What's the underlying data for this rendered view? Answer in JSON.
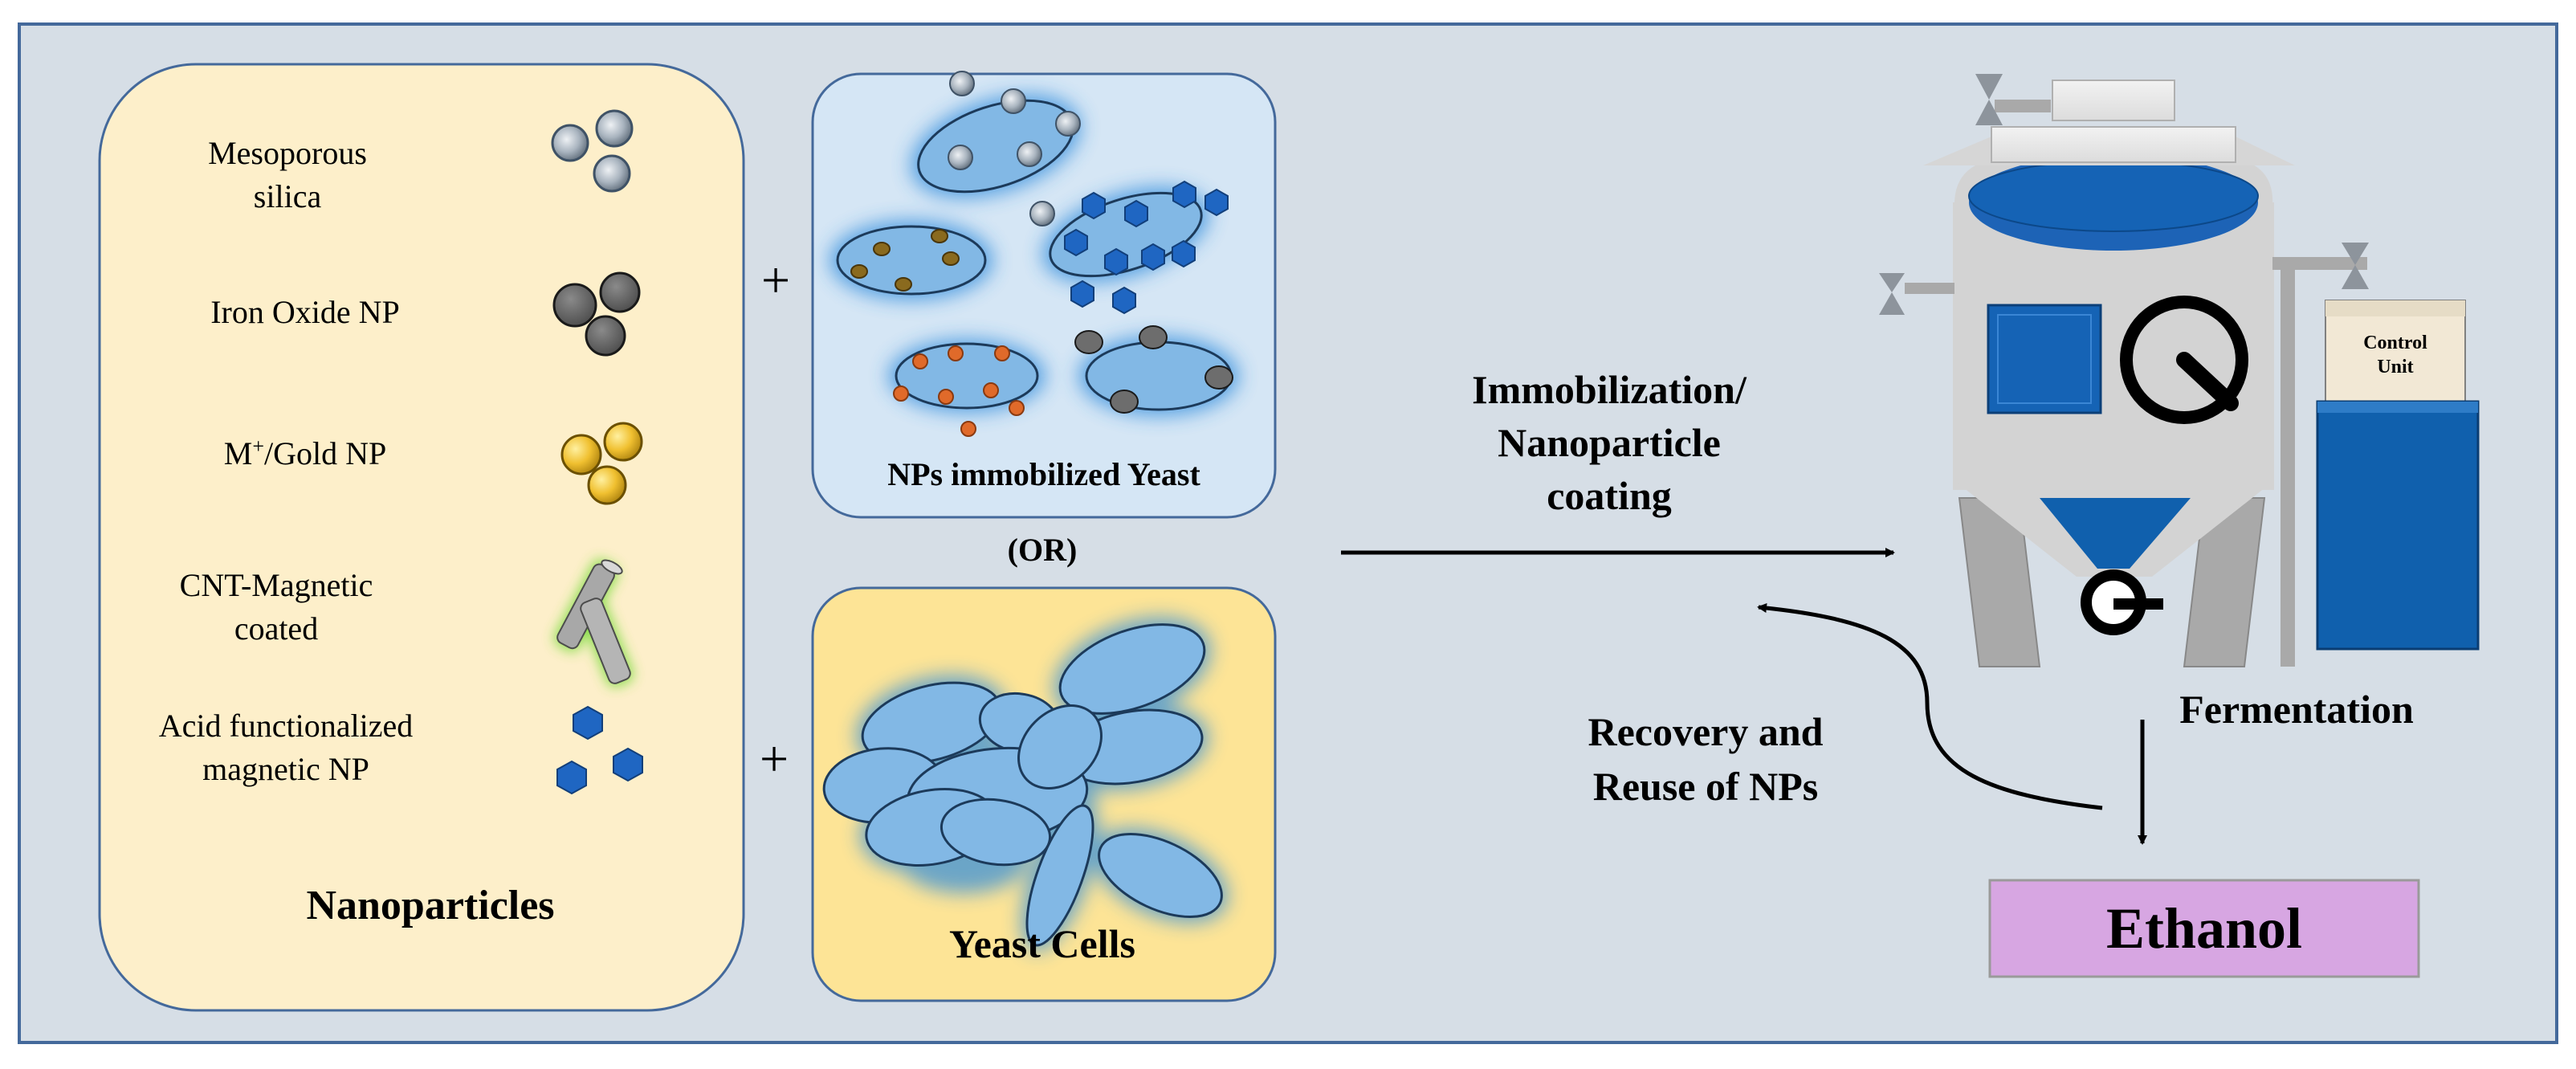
{
  "nanoparticles_panel": {
    "title": "Nanoparticles",
    "items": [
      {
        "label_lines": [
          "Mesoporous",
          "silica"
        ],
        "icon": "silica-sphere-icon"
      },
      {
        "label_lines": [
          "Iron Oxide NP"
        ],
        "icon": "iron-oxide-icon"
      },
      {
        "label_prefix": "M",
        "label_sup": "+",
        "label_suffix": "/Gold NP",
        "icon": "gold-np-icon"
      },
      {
        "label_lines": [
          "CNT-Magnetic",
          "coated"
        ],
        "icon": "cnt-tube-icon"
      },
      {
        "label_lines": [
          "Acid functionalized",
          "magnetic NP"
        ],
        "icon": "hexagon-np-icon"
      }
    ]
  },
  "plus_sign": "+",
  "immobilized_panel": {
    "title": "NPs immobilized Yeast"
  },
  "or_label": "(OR)",
  "yeast_panel": {
    "title": "Yeast Cells"
  },
  "process_arrow": {
    "label_lines": [
      "Immobilization/",
      "Nanoparticle",
      "coating"
    ]
  },
  "recovery_arrow": {
    "label_lines": [
      "Recovery and",
      "Reuse of NPs"
    ]
  },
  "fermenter": {
    "label": "Fermentation",
    "control_unit_lines": [
      "Control",
      "Unit"
    ]
  },
  "product": {
    "label": "Ethanol"
  },
  "colors": {
    "background": "#d6dee6",
    "outer_border": "#44699b",
    "np_panel": "#fdefca",
    "immobilized_panel": "#d5e6f5",
    "yeast_panel": "#fde496",
    "cell_fill": "#82b8e5",
    "cell_glow": "#2f8bdc",
    "ethanol_box": "#d7a6e2",
    "vessel": "#d3d3d3",
    "blue_dark": "#1060ad"
  }
}
